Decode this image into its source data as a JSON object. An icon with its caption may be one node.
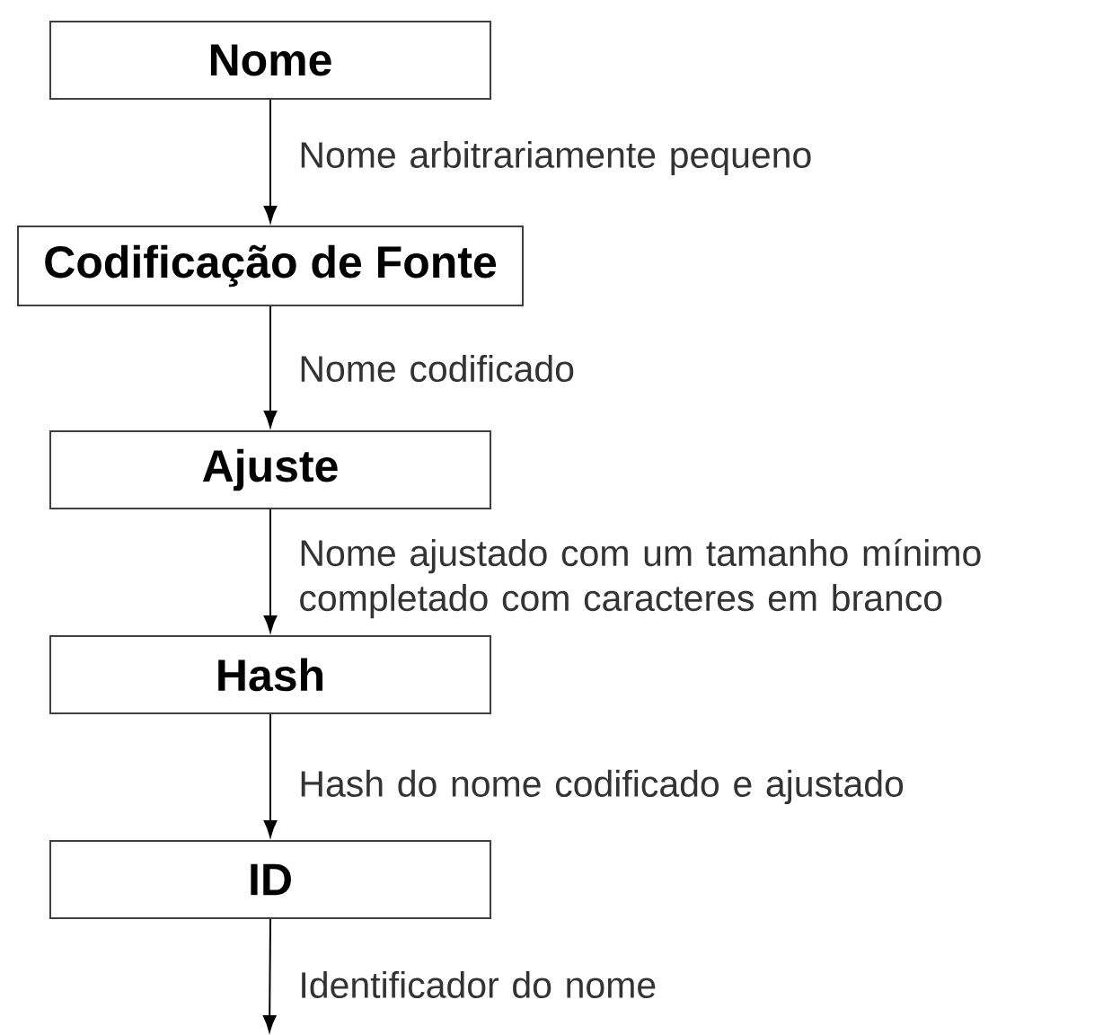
{
  "diagram": {
    "nodes": [
      {
        "text": [
          "Nome"
        ]
      },
      {
        "text": [
          "Codificação de Fonte"
        ]
      },
      {
        "text": [
          "Ajuste"
        ]
      },
      {
        "text": [
          "Hash"
        ]
      },
      {
        "text": [
          "ID"
        ]
      }
    ],
    "edges": [
      {
        "from": 0,
        "to": 1,
        "arrow": "to",
        "label": "Nome arbitrariamente pequeno"
      },
      {
        "from": 1,
        "to": 2,
        "arrow": "to",
        "label": "Nome codificado"
      },
      {
        "from": 2,
        "to": 3,
        "arrow": "to",
        "label": "Nome ajustado com um tamanho mínimo completado com caracteres em branco"
      },
      {
        "from": 3,
        "to": 4,
        "arrow": "to",
        "label": "Hash do nome codificado e ajustado"
      },
      {
        "from": 4,
        "to": null,
        "arrow": "to",
        "label": "Identificador do nome"
      }
    ]
  }
}
